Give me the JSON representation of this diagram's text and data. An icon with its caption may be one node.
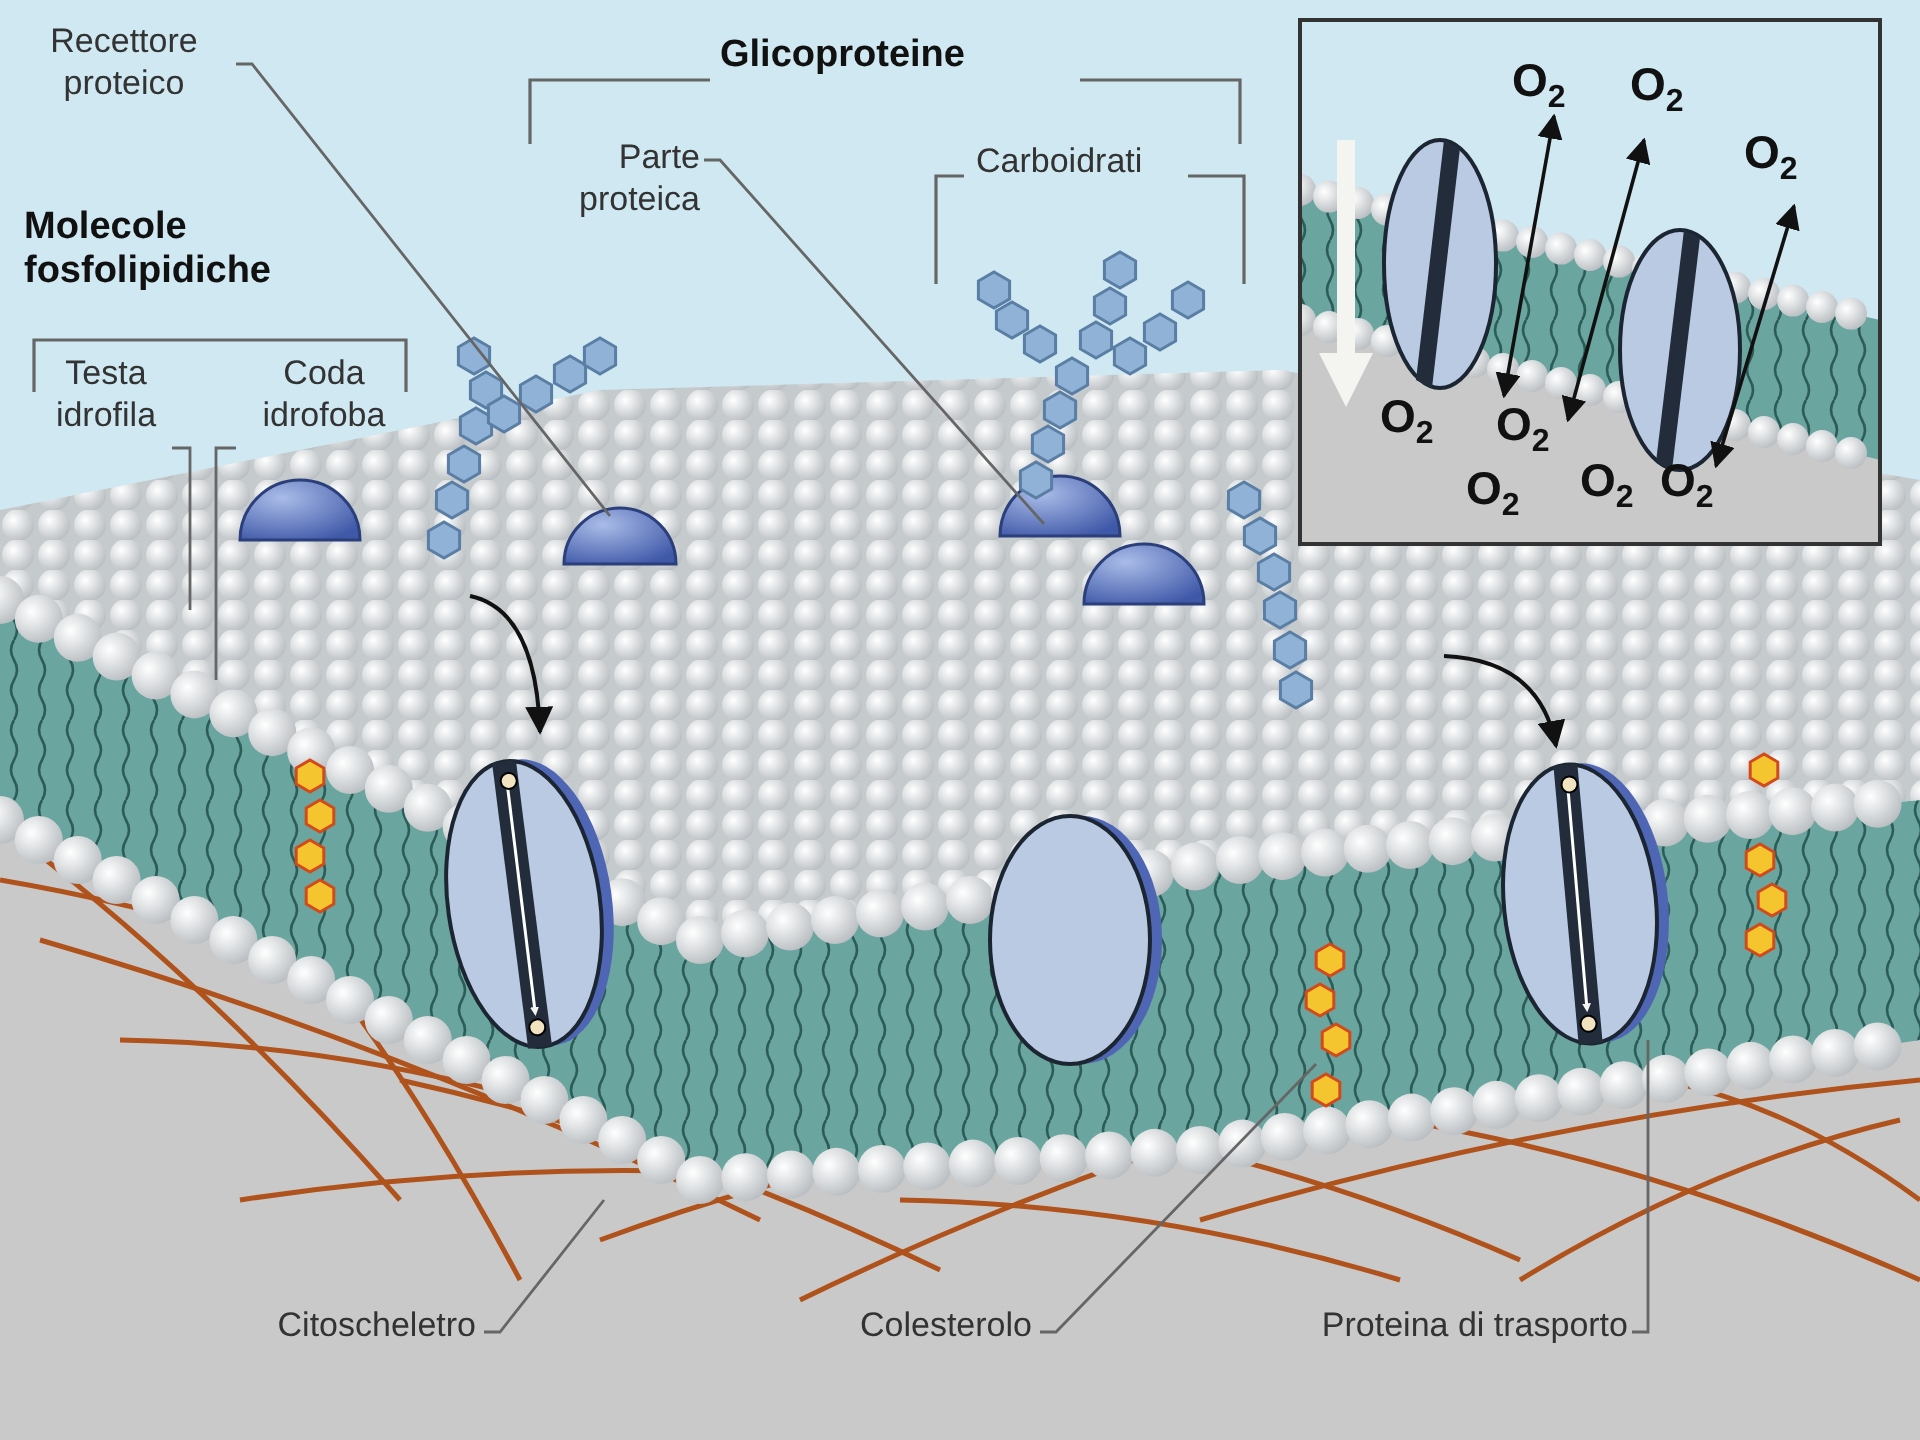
{
  "diagram": {
    "nodes": [
      {
        "text": [
          "Recettore proteico"
        ]
      },
      {
        "text": [
          "Parte proteica"
        ]
      },
      {
        "text": [
          "Testa idrofila"
        ]
      },
      {
        "text": [
          "Coda idrofoba"
        ]
      },
      {
        "text": [
          "Citoscheletro"
        ]
      },
      {
        "text": [
          "Colesterolo"
        ]
      },
      {
        "text": [
          "Proteina di trasporto"
        ]
      }
    ],
    "edges": [
      {
        "from": 0,
        "to": null,
        "arrow": "none"
      },
      {
        "from": 1,
        "to": null,
        "arrow": "none"
      },
      {
        "from": 2,
        "to": null,
        "arrow": "none"
      },
      {
        "from": 3,
        "to": null,
        "arrow": "none"
      },
      {
        "from": 4,
        "to": null,
        "arrow": "none"
      },
      {
        "from": 5,
        "to": null,
        "arrow": "none"
      },
      {
        "from": 6,
        "to": null,
        "arrow": "none"
      }
    ],
    "labels": [
      "Glicoproteine",
      "Carboidrati",
      "Molecole fosfolipidiche",
      "O$_{2}$",
      "O$_{2}$",
      "O$_{2}$",
      "O$_{2}$",
      "O$_{2}$",
      "O$_{2}$",
      "O$_{2}$",
      "O$_{2}$"
    ]
  }
}
